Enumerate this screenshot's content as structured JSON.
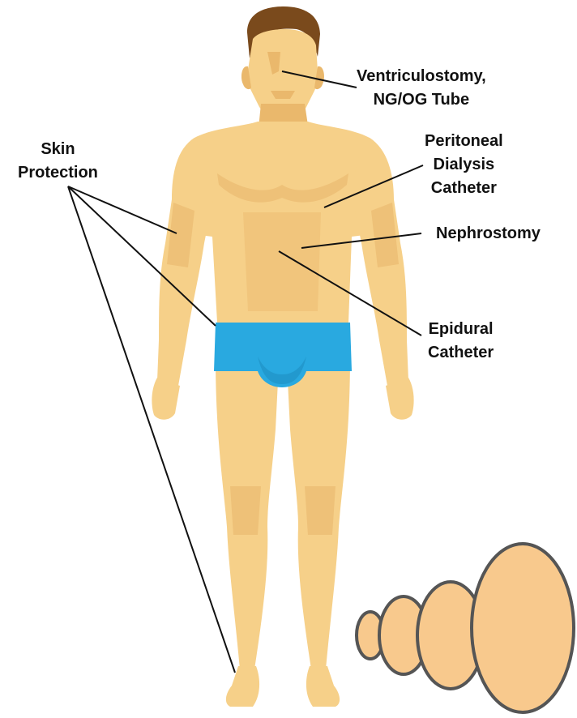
{
  "labels": {
    "ventriculostomy": [
      "Ventriculostomy,",
      "NG/OG Tube"
    ],
    "peritoneal": [
      "Peritoneal",
      "Dialysis",
      "Catheter"
    ],
    "nephrostomy": [
      "Nephrostomy"
    ],
    "epidural": [
      "Epidural",
      "Catheter"
    ],
    "skin": [
      "Skin",
      "Protection"
    ]
  },
  "colors": {
    "skin": "#f6d089",
    "skin_shade": "#eab86c",
    "skin_light": "#f9dc9e",
    "hair": "#7a4a1c",
    "underwear": "#29a9e0",
    "underwear_shade": "#1f93c6",
    "disc_fill": "#f8c98d",
    "disc_rim": "#555555",
    "leader_line": "#111111"
  }
}
